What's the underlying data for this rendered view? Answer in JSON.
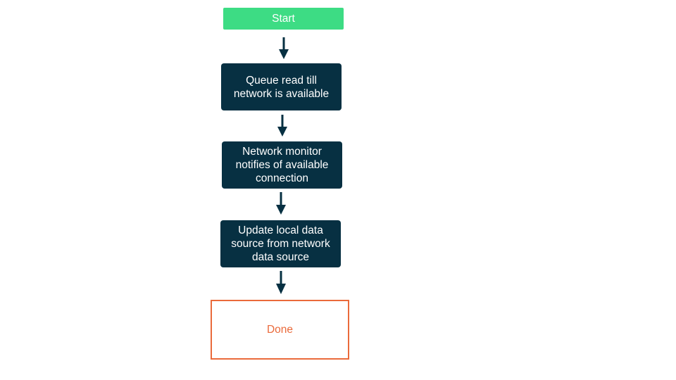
{
  "diagram": {
    "colors": {
      "start_fill": "#3ddc84",
      "step_fill": "#073042",
      "done_border": "#ea6a3b",
      "arrow": "#073042"
    },
    "nodes": {
      "start": "Start",
      "queue_read": "Queue read till\nnetwork is available",
      "network_monitor": "Network monitor\nnotifies of available\nconnection",
      "update_local": "Update local data\nsource from network\ndata source",
      "done": "Done"
    }
  }
}
